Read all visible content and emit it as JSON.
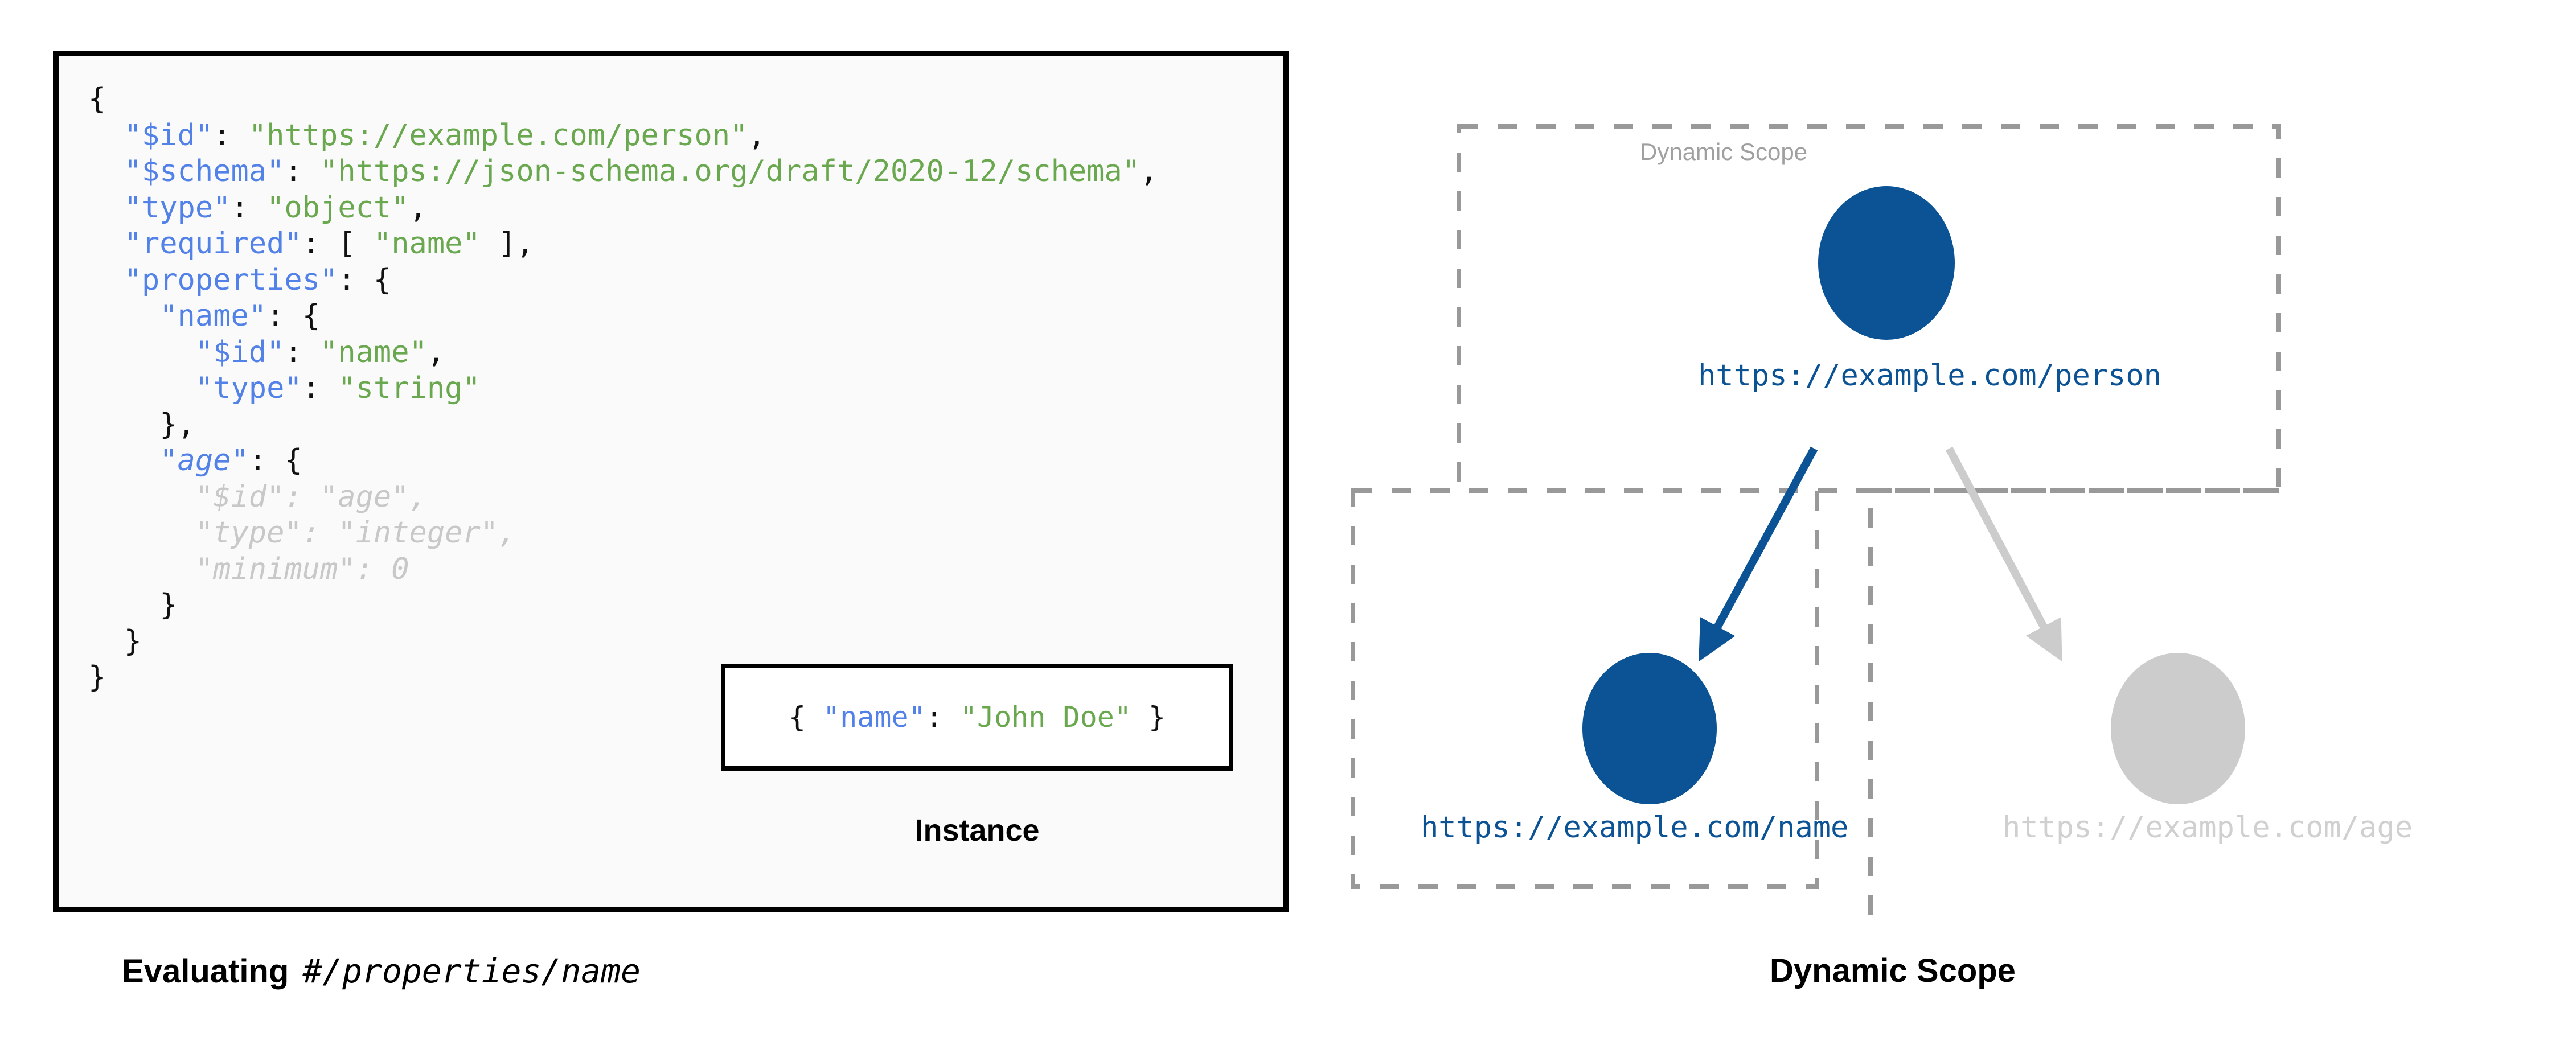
{
  "left_panel": {
    "caption": {
      "prefix": "Evaluating",
      "pointer": "#/properties/name"
    },
    "schema_code_lines": [
      "{",
      "  \"$id\": \"https://example.com/person\",",
      "  \"$schema\": \"https://json-schema.org/draft/2020-12/schema\",",
      "  \"type\": \"object\",",
      "  \"required\": [ \"name\" ],",
      "  \"properties\": {",
      "    \"name\": {",
      "      \"$id\": \"name\",",
      "      \"type\": \"string\"",
      "    },",
      "    \"age\": {",
      "      \"$id\": \"age\",",
      "      \"type\": \"integer\",",
      "      \"minimum\": 0",
      "    }",
      "  }",
      "}"
    ],
    "schema_values": {
      "id": "https://example.com/person",
      "schema": "https://json-schema.org/draft/2020-12/schema",
      "type": "object",
      "required": [
        "name"
      ],
      "properties": {
        "name": {
          "$id": "name",
          "type": "string"
        },
        "age": {
          "$id": "age",
          "type": "integer",
          "minimum": 0
        }
      }
    },
    "instance": {
      "code": "{ \"name\": \"John Doe\" }",
      "key": "\"name\"",
      "value": "\"John Doe\"",
      "label": "Instance"
    }
  },
  "right_panel": {
    "caption": "Dynamic Scope",
    "scope_box_label": "Dynamic Scope",
    "nodes": [
      {
        "id": "person",
        "url": "https://example.com/person",
        "state": "active"
      },
      {
        "id": "name",
        "url": "https://example.com/name",
        "state": "active"
      },
      {
        "id": "age",
        "url": "https://example.com/age",
        "state": "muted"
      }
    ],
    "edges": [
      {
        "from": "person",
        "to": "name",
        "state": "active"
      },
      {
        "from": "person",
        "to": "age",
        "state": "muted"
      }
    ]
  },
  "colors": {
    "accent_blue": "#0b5394",
    "muted_grey": "#c8c8c8",
    "json_key": "#5281e8",
    "json_string": "#6aa84f",
    "dash_border": "#999999",
    "code_bg": "#fafafa"
  }
}
